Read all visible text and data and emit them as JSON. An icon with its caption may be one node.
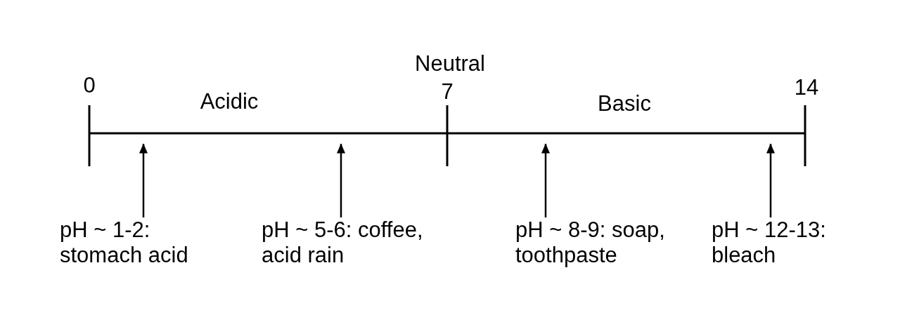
{
  "diagram": {
    "nodes": [
      {
        "text": [
          "pH ~ 1-2: stomach acid"
        ]
      },
      {
        "text": [
          "pH ~ 5-6: coffee, acid rain"
        ]
      },
      {
        "text": [
          "pH ~ 8-9: soap, toothpaste"
        ]
      },
      {
        "text": [
          "pH ~ 12-13: bleach"
        ]
      }
    ],
    "edges": [
      {
        "from": 0,
        "to": null,
        "arrow": "to"
      },
      {
        "from": 1,
        "to": null,
        "arrow": "to"
      },
      {
        "from": 2,
        "to": null,
        "arrow": "to"
      },
      {
        "from": 3,
        "to": null,
        "arrow": "to"
      }
    ],
    "labels": [
      "0",
      "Acidic",
      "Neutral",
      "7",
      "Basic",
      "14"
    ]
  }
}
